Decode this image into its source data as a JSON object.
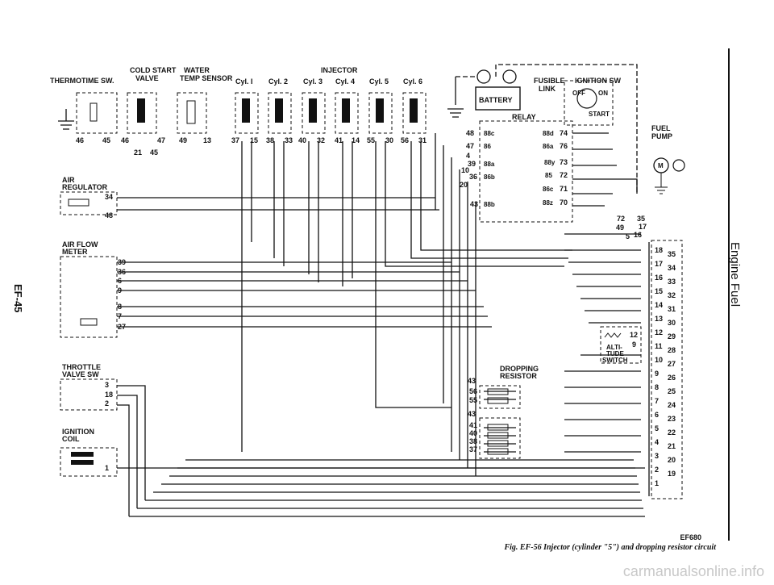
{
  "page_number": "EF-45",
  "section_title": "Engine Fuel",
  "figure_code": "EF680",
  "figure_caption": "Fig. EF-56 Injector (cylinder \"5\") and dropping resistor circuit",
  "watermark": "carmanualsonline.info",
  "components": {
    "thermotime_sw": "THERMOTIME SW.",
    "cold_start_valve": [
      "COLD START",
      "VALVE"
    ],
    "water_temp_sensor": [
      "WATER",
      "TEMP SENSOR"
    ],
    "injector": "INJECTOR",
    "cylinders": [
      "Cyl. I",
      "Cyl. 2",
      "Cyl. 3",
      "Cyl. 4",
      "Cyl. 5",
      "Cyl. 6"
    ],
    "battery": "BATTERY",
    "fusible_link": [
      "FUSIBLE",
      "LINK"
    ],
    "ignition_sw": "IGNITION SW",
    "ign_off": "OFF",
    "ign_on": "ON",
    "ign_start": "START",
    "relay": "RELAY",
    "fuel_pump": [
      "FUEL",
      "PUMP"
    ],
    "fuel_pump_motor": "M",
    "air_regulator": [
      "AIR",
      "REGULATOR"
    ],
    "air_flow_meter": [
      "AIR FLOW",
      "METER"
    ],
    "throttle_valve_sw": [
      "THROTTLE",
      "VALVE SW"
    ],
    "ignition_coil": [
      "IGNITION",
      "COIL"
    ],
    "dropping_resistor": [
      "DROPPING",
      "RESISTOR"
    ],
    "altitude_switch": [
      "ALTI-",
      "TUDE",
      "SWITCH"
    ]
  },
  "terminals": {
    "thermotime": [
      "46",
      "45"
    ],
    "cold_start": [
      "46",
      "47"
    ],
    "water_temp": [
      "49",
      "13"
    ],
    "cold_start_lower": [
      "21",
      "45"
    ],
    "injectors": [
      "37",
      "15",
      "38",
      "33",
      "40",
      "32",
      "41",
      "14",
      "55",
      "30",
      "56",
      "31"
    ],
    "relay_left": [
      "48",
      "47",
      "4",
      "39",
      "10",
      "36",
      "20",
      "43"
    ],
    "relay_inner_left": [
      "88c",
      "86",
      "88a",
      "86b",
      "88b"
    ],
    "relay_inner_right": [
      "88d",
      "86a",
      "88y",
      "85",
      "86c",
      "88z"
    ],
    "relay_right": [
      "74",
      "76",
      "73",
      "72",
      "71",
      "70"
    ],
    "pump": [
      "72",
      "35",
      "49",
      "17",
      "5",
      "16"
    ],
    "air_regulator": [
      "34",
      "48"
    ],
    "air_flow_meter": [
      "39",
      "36",
      "6",
      "9",
      "8",
      "7",
      "27"
    ],
    "altitude": [
      "12",
      "9"
    ],
    "throttle": [
      "3",
      "18",
      "2"
    ],
    "ignition_coil": [
      "1"
    ],
    "dropping_resistor_top": [
      "43",
      "56",
      "55"
    ],
    "dropping_resistor_bottom": [
      "43",
      "41",
      "40",
      "38",
      "37"
    ],
    "connector_left": [
      "18",
      "17",
      "16",
      "15",
      "14",
      "13",
      "12",
      "11",
      "10",
      "9",
      "8",
      "7",
      "6",
      "5",
      "4",
      "3",
      "2",
      "1"
    ],
    "connector_right": [
      "35",
      "34",
      "33",
      "32",
      "31",
      "30",
      "29",
      "28",
      "27",
      "26",
      "25",
      "24",
      "23",
      "22",
      "21",
      "20",
      "19"
    ]
  }
}
